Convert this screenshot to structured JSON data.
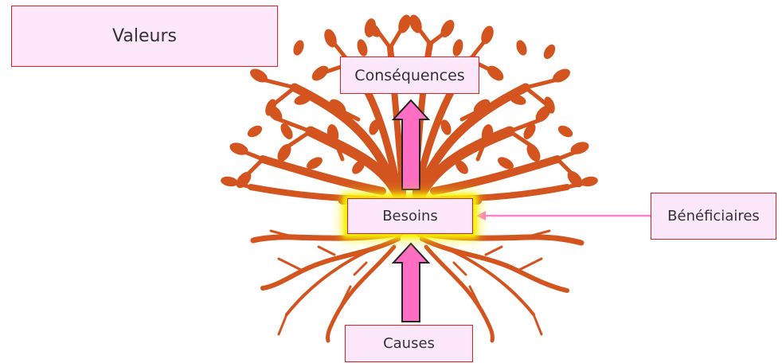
{
  "labels": {
    "valeurs": "Valeurs",
    "consequences": "Conséquences",
    "besoins": "Besoins",
    "causes": "Causes",
    "beneficiaires": "Bénéficiaires"
  },
  "colors": {
    "tree": "#d4541f",
    "box_fill": "#fde8fb",
    "box_border": "#e02020",
    "arrow_fill": "#ff6ec2",
    "connector": "#ff80cc",
    "highlight": "#f6f000"
  }
}
